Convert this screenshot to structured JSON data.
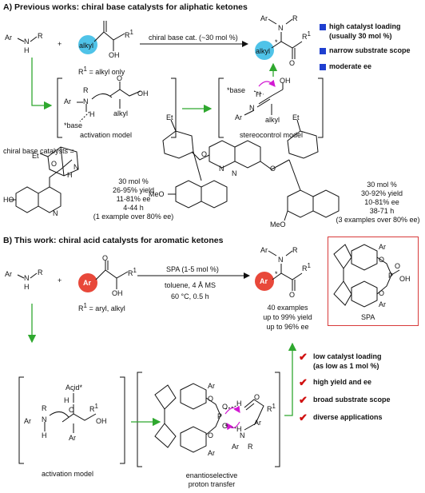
{
  "sectionA": {
    "title": "A) Previous works: chiral base catalysts for aliphatic ketones",
    "amine": {
      "ar": "Ar",
      "n": "N",
      "r": "R",
      "h": "H"
    },
    "plus": "+",
    "ketone": {
      "alkyl": "alkyl",
      "r1": "R",
      "sup": "1",
      "oh": "OH"
    },
    "r1_note": "R",
    "r1_note_rest": " = alkyl only",
    "arrow_label": "chiral base cat. (~30 mol %)",
    "product": {
      "ar": "Ar",
      "n": "N",
      "r": "R",
      "alkyl": "alkyl",
      "star": "*",
      "r1": "R",
      "o": "O"
    },
    "bullets": [
      "high catalyst loading",
      "(usually 30 mol %)",
      "narrow substrate scope",
      "moderate ee"
    ],
    "activation_model": "activation model",
    "stereocontrol_model": "stereocontrol model",
    "am": {
      "ar": "Ar",
      "n": "N",
      "r": "R",
      "h": "H",
      "base": "*base",
      "alkyl": "alkyl",
      "o": "O",
      "oh": "OH"
    },
    "sm": {
      "base": "*base",
      "h": "H",
      "oh": "OH",
      "ar": "Ar",
      "n": "N",
      "alkyl": "alkyl"
    },
    "catalysts_label": "chiral base catalysts =",
    "cat1_stats": [
      "30 mol %",
      "26-95% yield",
      "11-81% ee",
      "4-44 h",
      "(1 example over 80% ee)"
    ],
    "cat2_stats": [
      "30 mol %",
      "30-92% yield",
      "10-81% ee",
      "38-71 h",
      "(3 examples over 80% ee)"
    ],
    "cat1_labels": {
      "et": "Et",
      "o": "O",
      "n": "N",
      "ho": "HO",
      "h": "H",
      "n2": "N"
    },
    "cat2_labels": {
      "et1": "Et",
      "et2": "Et",
      "o1": "O",
      "o2": "O",
      "n1": "N",
      "n2": "N",
      "meo1": "MeO",
      "meo2": "MeO"
    }
  },
  "sectionB": {
    "title": "B) This work: chiral acid catalysts for aromatic ketones",
    "amine": {
      "ar": "Ar",
      "n": "N",
      "r": "R",
      "h": "H"
    },
    "plus": "+",
    "ketone": {
      "ar": "Ar",
      "r1": "R",
      "sup": "1",
      "oh": "OH",
      "o": "O"
    },
    "r1_note": "R",
    "r1_note_rest": " = aryl, alkyl",
    "arrow_top": "SPA (1-5 mol %)",
    "arrow_mid": "toluene, 4 Å MS",
    "arrow_bot": "60 °C, 0.5 h",
    "product": {
      "ar": "Ar",
      "n": "N",
      "r": "R",
      "star": "*",
      "r1": "R",
      "o": "O"
    },
    "results": [
      "40 examples",
      "up to 99% yield",
      "up to 96% ee"
    ],
    "spa": {
      "label": "SPA",
      "ar1": "Ar",
      "ar2": "Ar",
      "o1": "O",
      "o2": "O",
      "p": "P",
      "o3": "O",
      "oh": "OH"
    },
    "activation_model": "activation model",
    "am": {
      "acid": "Acid*",
      "h": "H",
      "o": "O",
      "r1": "R",
      "sup": "1",
      "ar": "Ar",
      "n": "N",
      "r": "R",
      "h2": "H",
      "oh": "OH",
      "ar2": "Ar"
    },
    "ts": {
      "ar1": "Ar",
      "ar2": "Ar",
      "o1": "O",
      "o2": "O",
      "p": "P",
      "o3": "O",
      "o4": "O",
      "h1": "H",
      "o5": "O",
      "h2": "H",
      "r1": "R",
      "sup": "1",
      "n": "N",
      "ar": "Ar",
      "r": "R",
      "ar3": "Ar"
    },
    "ts_label": [
      "enantioselective",
      "proton transfer"
    ],
    "checks": [
      "low catalyst loading",
      "(as low as 1 mol %)",
      "high yield and ee",
      "broad substrate scope",
      "diverse applications"
    ]
  },
  "colors": {
    "highlight_blue": "#4fc3e8",
    "highlight_red": "#e8483a",
    "bullet_blue": "#1f3fd0",
    "arrow_green": "#2fa82f",
    "arrow_magenta": "#d21ad2",
    "check_red": "#d01010"
  }
}
